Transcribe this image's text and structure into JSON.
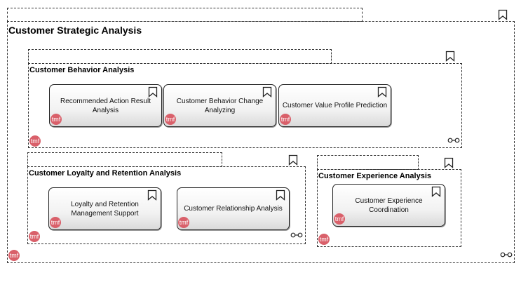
{
  "diagram": {
    "root": {
      "title": "Customer Strategic Analysis",
      "badge": "tmf",
      "icon": "bookmark-icon",
      "link_icon": "link-icon"
    },
    "groups": {
      "behavior": {
        "title": "Customer Behavior Analysis",
        "badge": "tmf",
        "cards": [
          {
            "label": "Recommended Action Result Analysis",
            "badge": "tmf"
          },
          {
            "label": "Customer Behavior Change Analyzing",
            "badge": "tmf"
          },
          {
            "label": "Customer Value Profile Prediction",
            "badge": "tmf"
          }
        ]
      },
      "loyalty": {
        "title": "Customer Loyalty and Retention Analysis",
        "badge": "tmf",
        "cards": [
          {
            "label": "Loyalty and Retention Management Support",
            "badge": "tmf"
          },
          {
            "label": "Customer Relationship Analysis",
            "badge": "tmf"
          }
        ]
      },
      "experience": {
        "title": "Customer Experience Analysis",
        "badge": "tmf",
        "cards": [
          {
            "label": "Customer Experience Coordination",
            "badge": "tmf"
          }
        ]
      }
    },
    "colors": {
      "badge": "#d9606a",
      "border": "#333333"
    }
  }
}
